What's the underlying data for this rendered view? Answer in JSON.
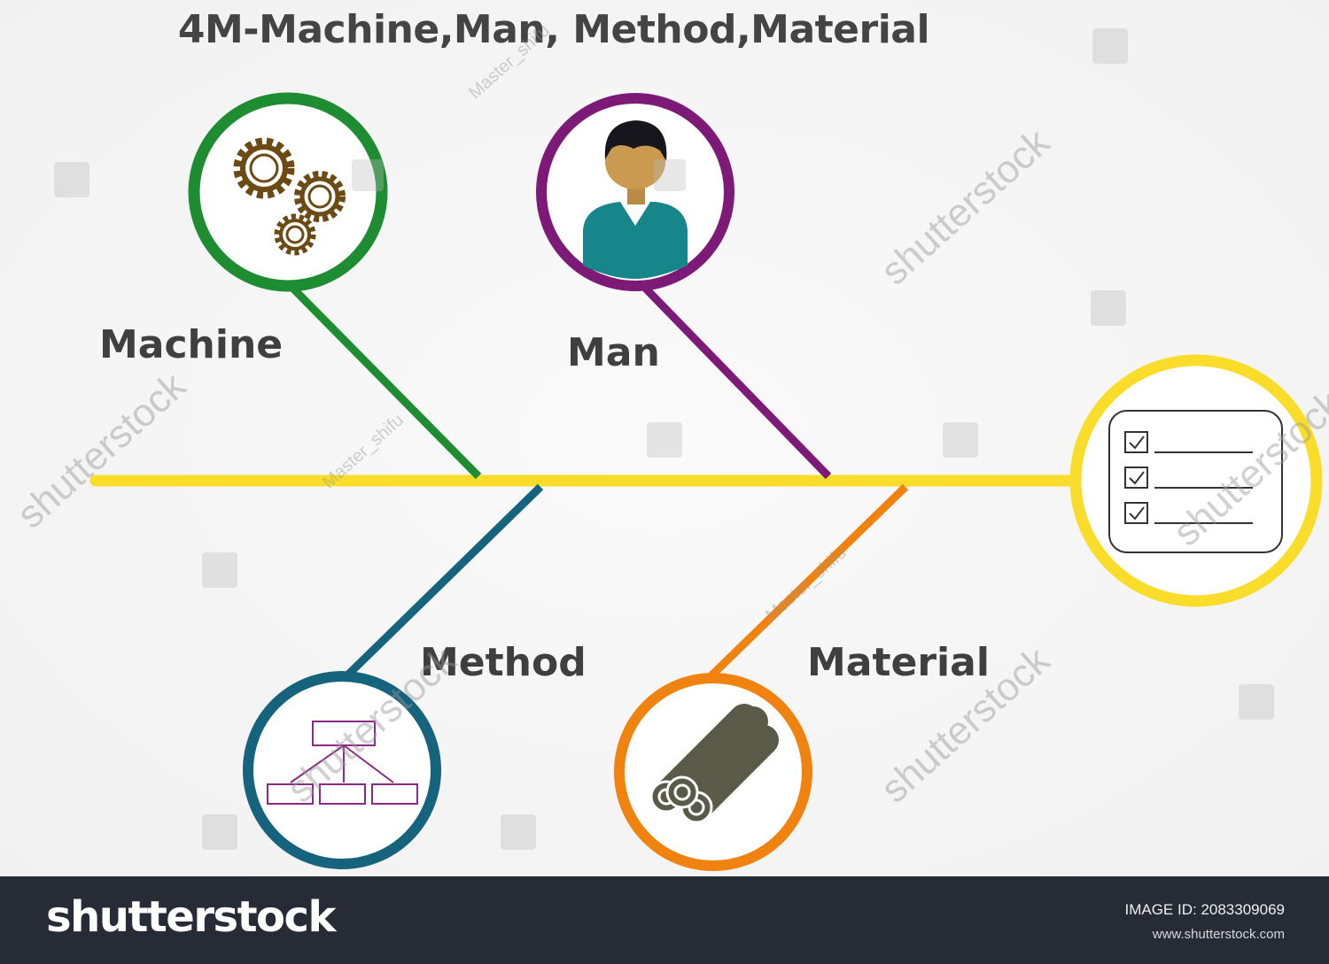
{
  "title": "4M-Machine,Man, Method,Material",
  "categories": {
    "machine": "Machine",
    "man": "Man",
    "method": "Method",
    "material": "Material"
  },
  "colors": {
    "spine": "#fadd2a",
    "machine": "#1e8d32",
    "man": "#7d1a78",
    "method": "#16637e",
    "material": "#f0820f"
  },
  "icons": {
    "machine": "gears-icon",
    "man": "person-icon",
    "method": "flowchart-icon",
    "material": "pipes-icon",
    "effect": "checklist-icon"
  },
  "watermarks": {
    "credit": "Master_shifu",
    "stock": "shutterstock"
  },
  "footer": {
    "brand": "shutterstock",
    "image_id": "IMAGE ID: 2083309069",
    "site": "www.shutterstock.com"
  }
}
